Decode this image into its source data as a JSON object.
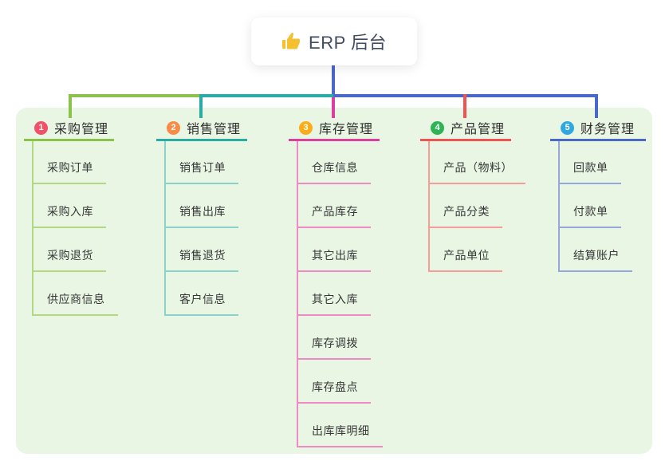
{
  "root": {
    "title": "ERP 后台",
    "icon": "thumbs-up-icon",
    "icon_color": "#f5c02f",
    "text_color": "#414d5e"
  },
  "panel": {
    "bg": "#e9f6e4"
  },
  "connector": {
    "stem_color": "#4a68c9"
  },
  "branches": [
    {
      "num": "1",
      "label": "采购管理",
      "name": "procurement",
      "badge_color": "#f25069",
      "line_color": "#8bc34a",
      "sub_line_color": "#b3d884",
      "children": [
        "采购订单",
        "采购入库",
        "采购退货",
        "供应商信息"
      ]
    },
    {
      "num": "2",
      "label": "销售管理",
      "name": "sales",
      "badge_color": "#f98b44",
      "line_color": "#28aca4",
      "sub_line_color": "#8ad2cb",
      "children": [
        "销售订单",
        "销售出库",
        "销售退货",
        "客户信息"
      ]
    },
    {
      "num": "3",
      "label": "库存管理",
      "name": "inventory",
      "badge_color": "#fbad18",
      "line_color": "#dd3f9e",
      "sub_line_color": "#ef8ac5",
      "children": [
        "仓库信息",
        "产品库存",
        "其它出库",
        "其它入库",
        "库存调拨",
        "库存盘点",
        "出库库明细"
      ]
    },
    {
      "num": "4",
      "label": "产品管理",
      "name": "product",
      "badge_color": "#2eb454",
      "line_color": "#f05352",
      "sub_line_color": "#f79b9b",
      "children": [
        "产品（物料）",
        "产品分类",
        "产品单位"
      ]
    },
    {
      "num": "5",
      "label": "财务管理",
      "name": "finance",
      "badge_color": "#2fa8e0",
      "line_color": "#4a68c9",
      "sub_line_color": "#96a8db",
      "children": [
        "回款单",
        "付款单",
        "结算账户"
      ]
    }
  ]
}
